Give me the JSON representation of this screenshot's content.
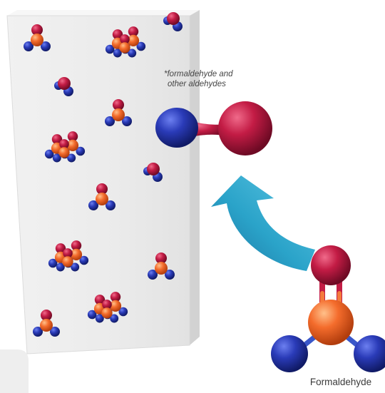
{
  "annotation": {
    "line1": "*formaldehyde and",
    "line2": "other aldehydes"
  },
  "caption": "Formaldehyde",
  "colors": {
    "hydrogen": "#1f2fa0",
    "oxygen": "#c0193f",
    "carbon": "#f26a2a",
    "arrow": "#2aa3c9",
    "panel": "#ececec",
    "panel_edge": "#cfcfcf"
  },
  "icons": [
    "wall-panel",
    "formaldehyde-molecule",
    "aldehyde-molecule",
    "curved-arrow"
  ]
}
